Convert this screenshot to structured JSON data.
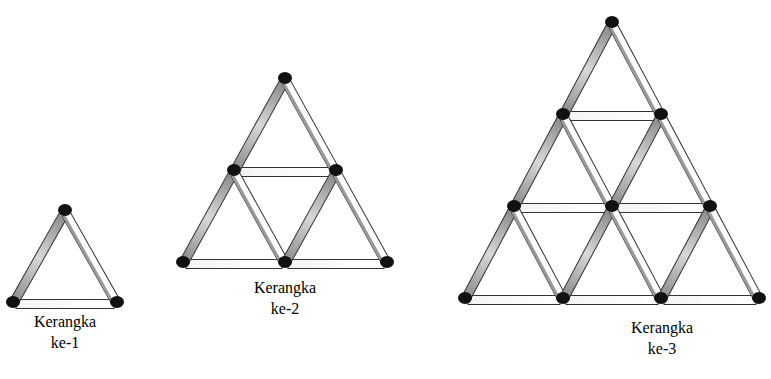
{
  "diagram": {
    "labels": [
      "Kerangka ke-1",
      "Kerangka ke-2",
      "Kerangka ke-3"
    ]
  }
}
